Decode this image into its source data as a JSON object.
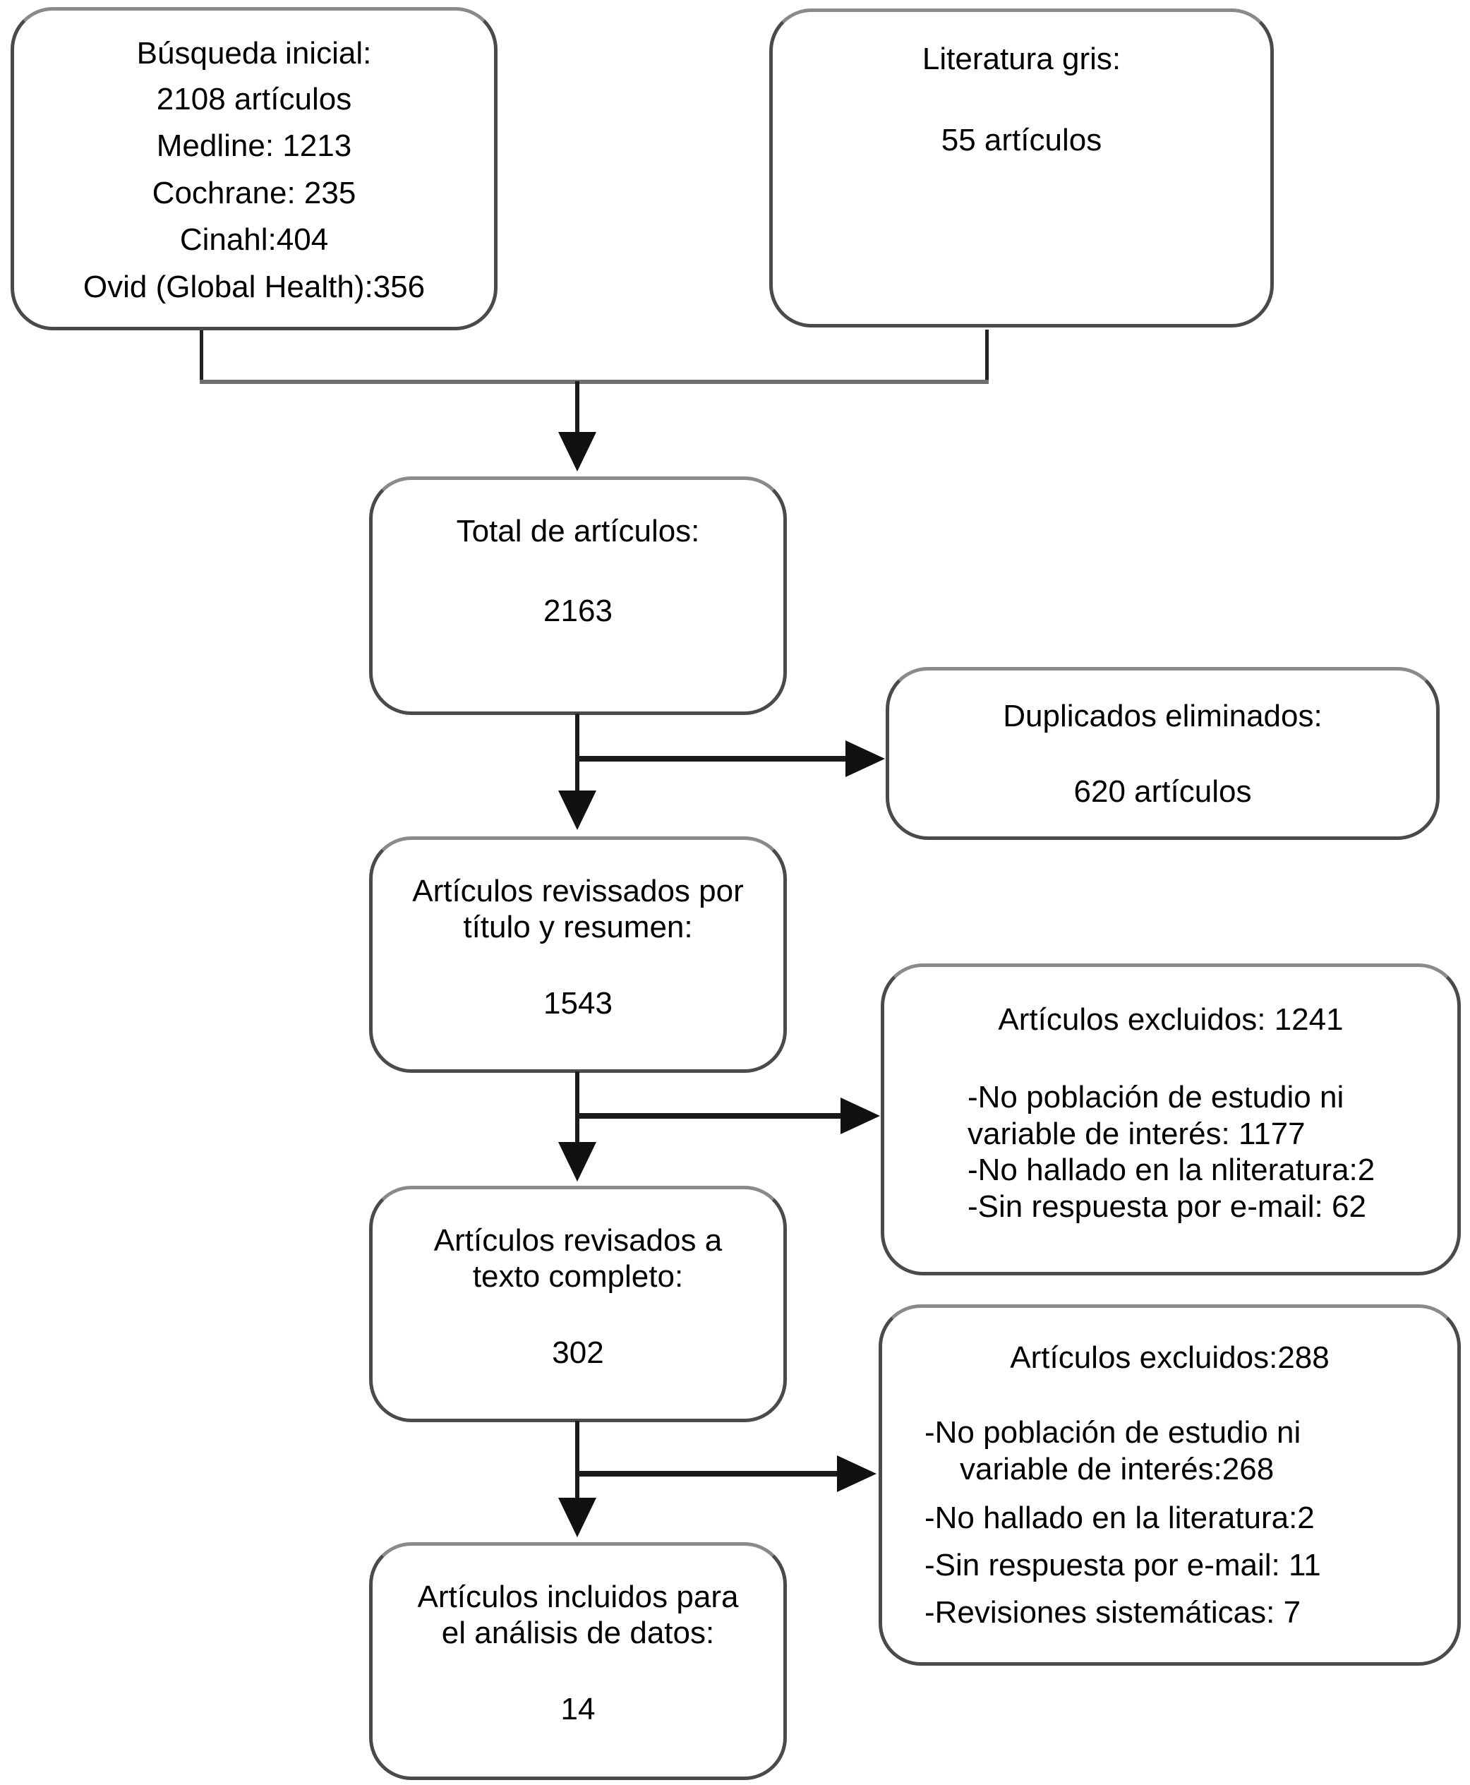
{
  "diagram": {
    "type": "flowchart",
    "language": "es",
    "colors": {
      "box_border": "#4a4a4a",
      "connector_line": "#1b1b1b",
      "join_line": "#6f6f6f",
      "background": "#ffffff",
      "text": "#000000"
    },
    "boxes": {
      "busqueda": {
        "title": "Búsqueda inicial:",
        "lines": [
          "2108 artículos",
          "Medline: 1213",
          "Cochrane: 235",
          "Cinahl:404",
          "Ovid (Global Health):356"
        ]
      },
      "literatura": {
        "title": "Literatura gris:",
        "count": "55 artículos"
      },
      "total": {
        "title": "Total de artículos:",
        "count": "2163"
      },
      "duplicados": {
        "title": "Duplicados eliminados:",
        "count": "620 artículos"
      },
      "revissados": {
        "title_line1": "Artículos revissados por",
        "title_line2": "título y resumen:",
        "count": "1543"
      },
      "excluidos1": {
        "title": "Artículos excluidos: 1241",
        "lines": [
          "-No población de estudio ni",
          "variable de interés: 1177",
          "-No hallado en la nliteratura:2",
          "-Sin respuesta por e-mail: 62"
        ]
      },
      "revisados": {
        "title_line1": "Artículos revisados a",
        "title_line2": "texto completo:",
        "count": "302"
      },
      "excluidos2": {
        "title": "Artículos excluidos:288",
        "lines": [
          "-No población de estudio ni",
          "variable de interés:268",
          "-No hallado en la literatura:2",
          "-Sin respuesta por e-mail: 11",
          "-Revisiones sistemáticas: 7"
        ]
      },
      "incluidos": {
        "title_line1": "Artículos incluidos para",
        "title_line2": "el análisis de datos:",
        "count": "14"
      }
    }
  }
}
